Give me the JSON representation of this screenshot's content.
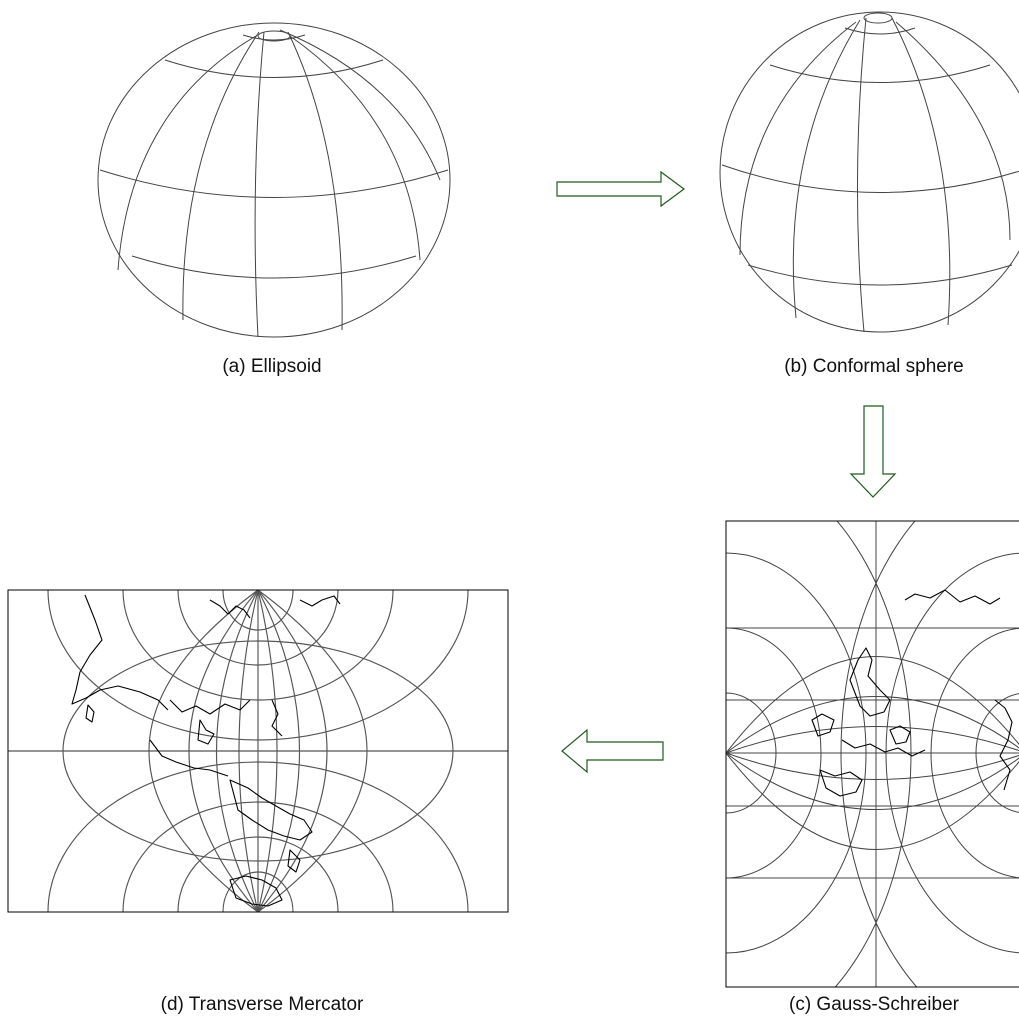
{
  "panels": {
    "a": {
      "caption": "(a) Ellipsoid"
    },
    "b": {
      "caption": "(b) Conformal sphere"
    },
    "c": {
      "caption": "(c) Gauss-Schreiber"
    },
    "d": {
      "caption": "(d) Transverse Mercator"
    }
  },
  "colors": {
    "arrow_stroke": "#1f5a1f",
    "graticule": "#444444",
    "coastline": "#000000"
  }
}
